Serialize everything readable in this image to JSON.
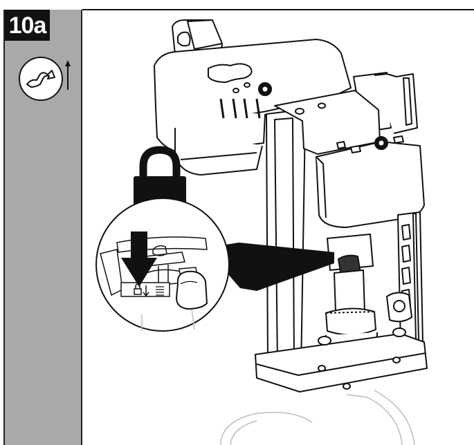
{
  "sidebar": {
    "step_label": "10a",
    "icon": "rotate-direction-icon"
  },
  "illustration": {
    "subject": "valve-actuator",
    "icons": [
      "padlock-icon",
      "down-arrow-icon",
      "magnifier-callout",
      "locked-padlock-symbol",
      "unlock-arrow-symbol"
    ],
    "colors": {
      "sidebar_bg": "#a9a9a9",
      "badge_bg": "#111111",
      "ink": "#111111",
      "paper": "#ffffff"
    }
  }
}
